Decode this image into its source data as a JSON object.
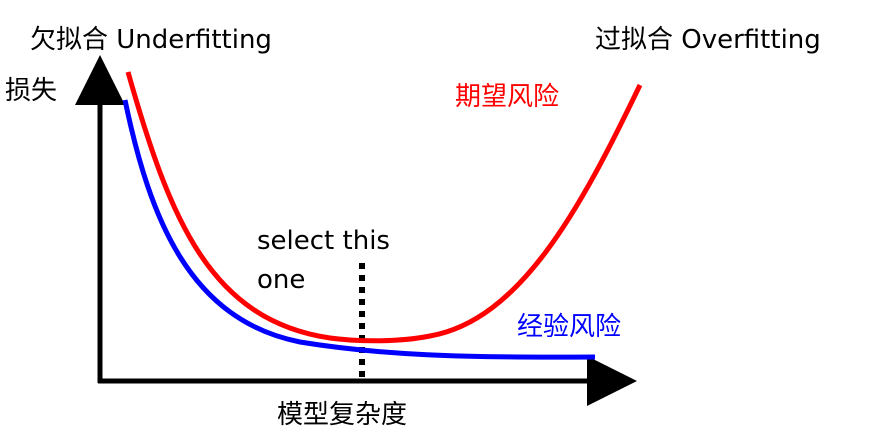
{
  "labels": {
    "underfitting": "欠拟合 Underfitting",
    "overfitting": "过拟合 Overfitting",
    "y_axis": "损失",
    "x_axis": "模型复杂度",
    "expected_risk": "期望风险",
    "empirical_risk": "经验风险",
    "select_line1": "select this",
    "select_line2": "one"
  },
  "colors": {
    "expected_risk": "#ff0000",
    "empirical_risk": "#0000ff",
    "axes": "#000000"
  }
}
